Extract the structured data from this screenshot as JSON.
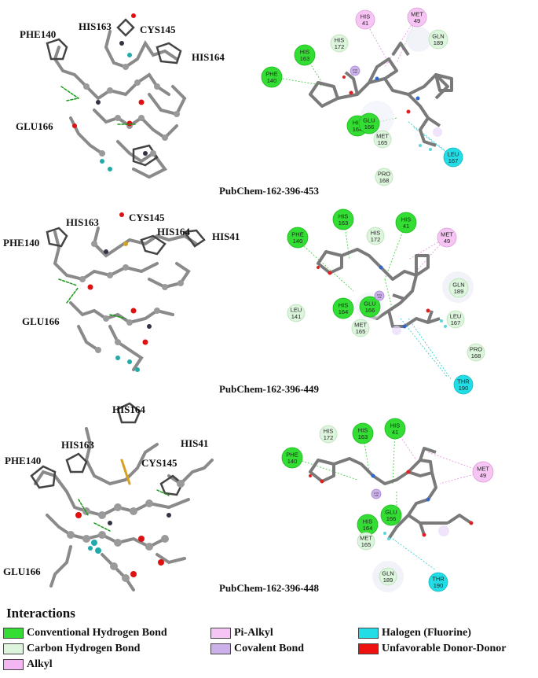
{
  "panels": [
    {
      "caption": "PubChem-162-396-453",
      "labels_3d": [
        "PHE140",
        "HIS163",
        "CYS145",
        "HIS164",
        "GLU166"
      ],
      "residues": [
        {
          "name": "HIS",
          "num": "41",
          "type": "pi_alkyl"
        },
        {
          "name": "MET",
          "num": "49",
          "type": "pi_alkyl"
        },
        {
          "name": "GLN",
          "num": "189",
          "type": "carbon_h"
        },
        {
          "name": "HIS",
          "num": "172",
          "type": "carbon_h"
        },
        {
          "name": "HIS",
          "num": "163",
          "type": "conventional_h"
        },
        {
          "name": "PHE",
          "num": "140",
          "type": "conventional_h"
        },
        {
          "name": "HIS",
          "num": "164",
          "type": "conventional_h"
        },
        {
          "name": "GLU",
          "num": "166",
          "type": "conventional_h"
        },
        {
          "name": "MET",
          "num": "165",
          "type": "carbon_h"
        },
        {
          "name": "LEU",
          "num": "167",
          "type": "halogen"
        },
        {
          "name": "PRO",
          "num": "168",
          "type": "carbon_h"
        },
        {
          "name": "CYS",
          "num": "145",
          "type": "covalent"
        }
      ]
    },
    {
      "caption": "PubChem-162-396-449",
      "labels_3d": [
        "HIS163",
        "CYS145",
        "HIS164",
        "HIS41",
        "PHE140",
        "GLU166"
      ],
      "residues": [
        {
          "name": "PHE",
          "num": "140",
          "type": "conventional_h"
        },
        {
          "name": "HIS",
          "num": "163",
          "type": "conventional_h"
        },
        {
          "name": "HIS",
          "num": "172",
          "type": "carbon_h"
        },
        {
          "name": "HIS",
          "num": "41",
          "type": "conventional_h"
        },
        {
          "name": "MET",
          "num": "49",
          "type": "pi_alkyl"
        },
        {
          "name": "GLN",
          "num": "189",
          "type": "carbon_h"
        },
        {
          "name": "LEU",
          "num": "167",
          "type": "carbon_h"
        },
        {
          "name": "PRO",
          "num": "168",
          "type": "carbon_h"
        },
        {
          "name": "LEU",
          "num": "141",
          "type": "carbon_h"
        },
        {
          "name": "HIS",
          "num": "164",
          "type": "conventional_h"
        },
        {
          "name": "GLU",
          "num": "166",
          "type": "conventional_h"
        },
        {
          "name": "MET",
          "num": "165",
          "type": "carbon_h"
        },
        {
          "name": "THR",
          "num": "190",
          "type": "halogen"
        },
        {
          "name": "CYS",
          "num": "145",
          "type": "covalent"
        }
      ]
    },
    {
      "caption": "PubChem-162-396-448",
      "labels_3d": [
        "HIS164",
        "HIS163",
        "HIS41",
        "PHE140",
        "CYS145",
        "GLU166"
      ],
      "residues": [
        {
          "name": "HIS",
          "num": "172",
          "type": "carbon_h"
        },
        {
          "name": "HIS",
          "num": "163",
          "type": "conventional_h"
        },
        {
          "name": "HIS",
          "num": "41",
          "type": "conventional_h"
        },
        {
          "name": "PHE",
          "num": "140",
          "type": "conventional_h"
        },
        {
          "name": "MET",
          "num": "49",
          "type": "pi_alkyl"
        },
        {
          "name": "GLU",
          "num": "166",
          "type": "conventional_h"
        },
        {
          "name": "HIS",
          "num": "164",
          "type": "conventional_h"
        },
        {
          "name": "MET",
          "num": "165",
          "type": "carbon_h"
        },
        {
          "name": "GLN",
          "num": "189",
          "type": "carbon_h"
        },
        {
          "name": "THR",
          "num": "190",
          "type": "halogen"
        },
        {
          "name": "CYS",
          "num": "145",
          "type": "covalent"
        }
      ]
    }
  ],
  "legend": {
    "title": "Interactions",
    "items": [
      {
        "key": "conventional_h",
        "label": "Conventional Hydrogen Bond",
        "color": "#33dd33"
      },
      {
        "key": "carbon_h",
        "label": "Carbon Hydrogen Bond",
        "color": "#ddf5dd"
      },
      {
        "key": "alkyl",
        "label": "Alkyl",
        "color": "#f4b6f2"
      },
      {
        "key": "pi_alkyl",
        "label": "Pi-Alkyl",
        "color": "#f7c5f4"
      },
      {
        "key": "covalent",
        "label": "Covalent Bond",
        "color": "#cbb0ea"
      },
      {
        "key": "halogen",
        "label": "Halogen (Fluorine)",
        "color": "#22dde6"
      },
      {
        "key": "unfavorable",
        "label": "Unfavorable Donor-Donor",
        "color": "#ee1111"
      }
    ]
  }
}
